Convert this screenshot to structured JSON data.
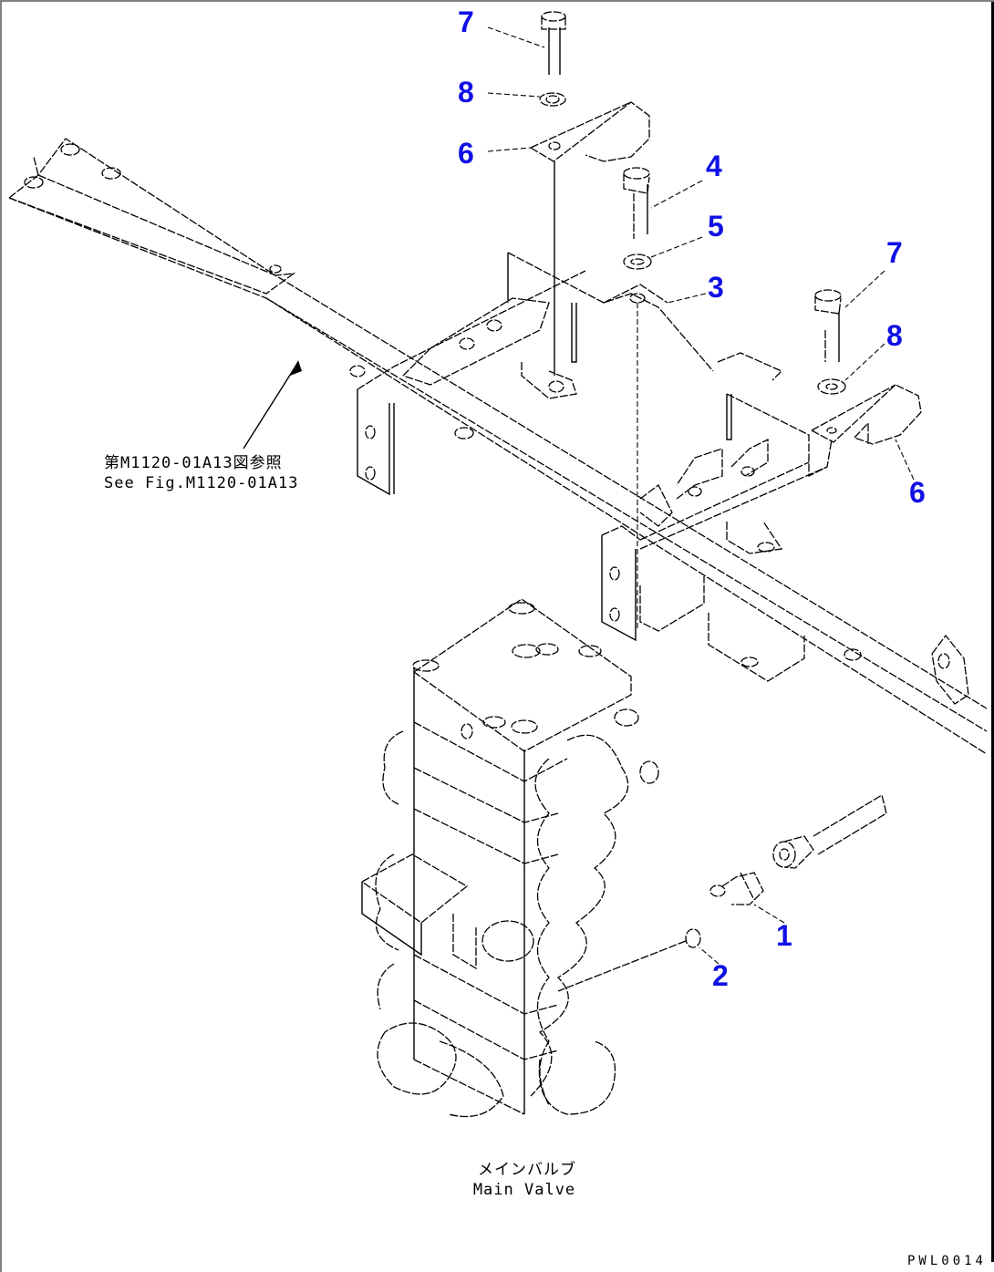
{
  "diagram": {
    "type": "exploded parts diagram",
    "callouts": [
      {
        "id": "c7a",
        "label": "7"
      },
      {
        "id": "c8a",
        "label": "8"
      },
      {
        "id": "c6a",
        "label": "6"
      },
      {
        "id": "c4",
        "label": "4"
      },
      {
        "id": "c5",
        "label": "5"
      },
      {
        "id": "c3",
        "label": "3"
      },
      {
        "id": "c7b",
        "label": "7"
      },
      {
        "id": "c8b",
        "label": "8"
      },
      {
        "id": "c6b",
        "label": "6"
      },
      {
        "id": "c1",
        "label": "1"
      },
      {
        "id": "c2",
        "label": "2"
      }
    ],
    "reference_note": {
      "jp": "第M1120-01A13図参照",
      "en": "See Fig.M1120-01A13"
    },
    "main_valve_label": {
      "jp": "メインバルブ",
      "en": "Main Valve"
    },
    "drawing_code": "PWL0014",
    "colors": {
      "callout": "#1010e6",
      "line": "#000000",
      "background": "#ffffff"
    }
  }
}
